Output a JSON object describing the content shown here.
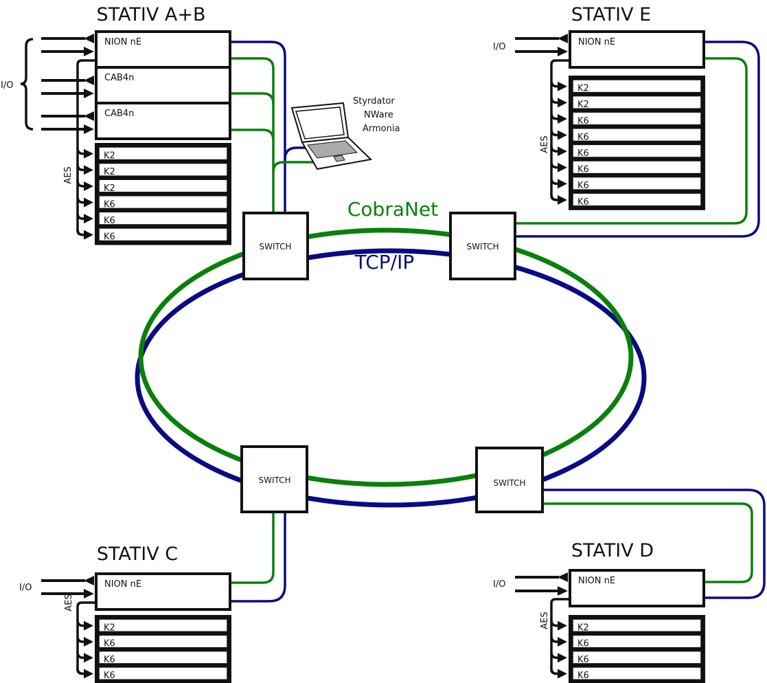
{
  "colors": {
    "cobranet": "#0a800a",
    "tcpip": "#0a0a85",
    "line": "#111111"
  },
  "network": {
    "cobranet_label": "CobraNet",
    "tcpip_label": "TCP/IP",
    "switches": [
      {
        "id": "sw-top-left",
        "label": "SWITCH"
      },
      {
        "id": "sw-top-right",
        "label": "SWITCH"
      },
      {
        "id": "sw-bottom-left",
        "label": "SWITCH"
      },
      {
        "id": "sw-bottom-right",
        "label": "SWITCH"
      }
    ]
  },
  "controller": {
    "lines": [
      "Styrdator",
      "NWare",
      "Armonia"
    ],
    "icon": "laptop-icon"
  },
  "stativs": [
    {
      "id": "ab",
      "title": "STATIV A+B",
      "io_label": "I/O",
      "aes_label": "AES",
      "modules": [
        "NION nE",
        "CAB4n",
        "CAB4n"
      ],
      "cards": [
        "K2",
        "K2",
        "K2",
        "K6",
        "K6",
        "K6"
      ]
    },
    {
      "id": "e",
      "title": "STATIV E",
      "io_label": "I/O",
      "aes_label": "AES",
      "modules": [
        "NION nE"
      ],
      "cards": [
        "K2",
        "K2",
        "K6",
        "K6",
        "K6",
        "K6",
        "K6",
        "K6"
      ]
    },
    {
      "id": "c",
      "title": "STATIV C",
      "io_label": "I/O",
      "aes_label": "AES",
      "modules": [
        "NION nE"
      ],
      "cards": [
        "K2",
        "K6",
        "K6",
        "K6"
      ]
    },
    {
      "id": "d",
      "title": "STATIV D",
      "io_label": "I/O",
      "aes_label": "AES",
      "modules": [
        "NION nE"
      ],
      "cards": [
        "K2",
        "K6",
        "K6",
        "K6"
      ]
    }
  ]
}
